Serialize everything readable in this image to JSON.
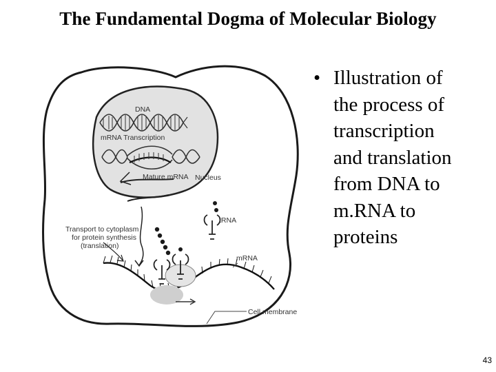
{
  "slide": {
    "title": "The Fundamental Dogma of Molecular Biology",
    "bullet_symbol": "•",
    "bullet_text": "Illustration of the process of transcription and translation from DNA to m.RNA to proteins",
    "bullet_lines": [
      "Illustration of",
      "the process of",
      "transcription",
      "and translation",
      "from DNA to",
      "m.RNA to",
      "proteins"
    ],
    "slide_number": "43"
  },
  "diagram": {
    "labels": {
      "dna": "DNA",
      "mrna_transcription": "mRNA Transcription",
      "mature_mrna": "Mature mRNA",
      "nucleus": "Nucleus",
      "trna": "tRNA",
      "transport_line1": "Transport to cytoplasm",
      "transport_line2": "for protein synthesis",
      "transport_line3": "(translation)",
      "mrna": "mRNA",
      "cell_membrane": "Cell membrane"
    }
  }
}
